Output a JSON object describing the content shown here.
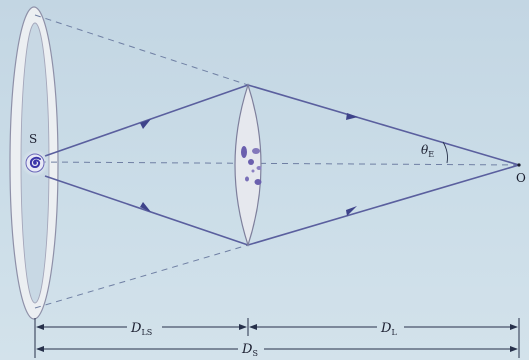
{
  "labels": {
    "source": "S",
    "observer": "O",
    "theta_symbol": "θ",
    "theta_sub": "E",
    "d_ls": "D",
    "d_ls_sub": "LS",
    "d_l": "D",
    "d_l_sub": "L",
    "d_s": "D",
    "d_s_sub": "S"
  },
  "colors": {
    "background_top": "#c4d7e4",
    "background_bottom": "#d2e1ea",
    "ring_fill": "#eef0f2",
    "ring_edge": "#8c8fa6",
    "ray": "#5a5f9e",
    "dashed_axis": "#6f7fa3",
    "source_galaxy": "#3b35a8",
    "lens_galaxies": "#6a5fae"
  }
}
